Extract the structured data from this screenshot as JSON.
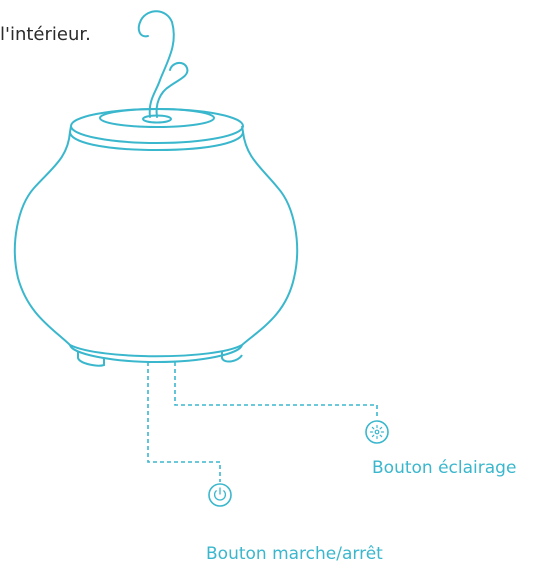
{
  "intro_text_fragment": "l'intérieur.",
  "callouts": {
    "light_button_label": "Bouton éclairage",
    "power_button_label": "Bouton marche/arrêt"
  },
  "icons": {
    "light_button": "light-sun-icon",
    "power_button": "power-icon",
    "vapor": "vapor-swirl-icon"
  },
  "colors": {
    "line": "#3ab7cd",
    "text": "#2b2b2b",
    "label": "#3ab7cd"
  }
}
